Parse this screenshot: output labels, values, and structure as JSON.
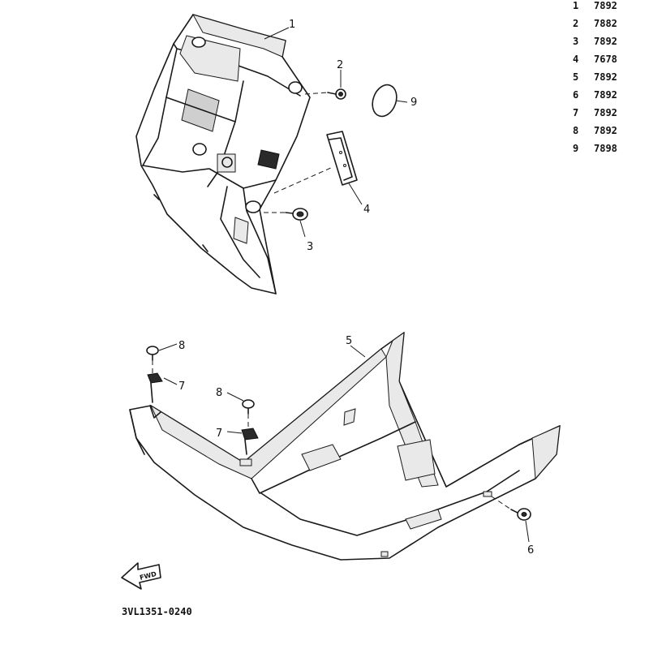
{
  "diagram_code": "3VL1351-0240",
  "fwd_label": "FWD",
  "callouts": [
    "1",
    "2",
    "3",
    "4",
    "5",
    "6",
    "7",
    "8",
    "9"
  ],
  "parts_list": [
    {
      "index": "1",
      "part": "7892"
    },
    {
      "index": "2",
      "part": "7882"
    },
    {
      "index": "3",
      "part": "7892"
    },
    {
      "index": "4",
      "part": "7678"
    },
    {
      "index": "5",
      "part": "7892"
    },
    {
      "index": "6",
      "part": "7892"
    },
    {
      "index": "7",
      "part": "7892"
    },
    {
      "index": "8",
      "part": "7892"
    },
    {
      "index": "9",
      "part": "7898"
    }
  ]
}
